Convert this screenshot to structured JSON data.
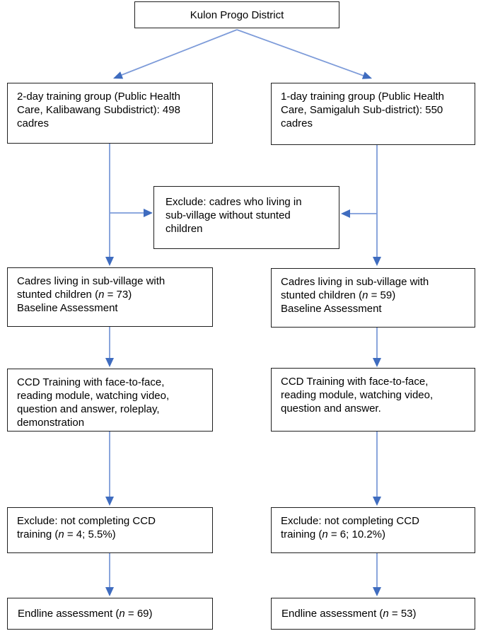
{
  "theme": {
    "background": "#ffffff",
    "box_border": "#1f1f1f",
    "arrow_shaft": "#7d9bd9",
    "arrow_head": "#3f6cbf",
    "text": "#000000"
  },
  "flowchart": {
    "district": {
      "title": "Kulon Progo District"
    },
    "exclusion": {
      "lines": [
        "Exclude: cadres who living in",
        "sub-village without stunted",
        "children"
      ]
    },
    "left_arm": {
      "group": {
        "lines": [
          "2-day training group (Public Health",
          "Care, Kalibawang Subdistrict): 498",
          "cadres"
        ]
      },
      "baseline": {
        "line1": "Cadres living in sub-village with",
        "line2_pre": "stunted children (",
        "n": "n",
        "line2_post": " = 73)",
        "line3": "Baseline Assessment"
      },
      "training": {
        "lines": [
          "CCD Training with face-to-face,",
          "reading module, watching video,",
          "question and answer, roleplay,",
          "demonstration"
        ]
      },
      "exclude": {
        "line1": "Exclude: not completing CCD",
        "line2_pre": "training (",
        "n": "n",
        "line2_post": " = 4; 5.5%)"
      },
      "endline": {
        "pre": "Endline assessment (",
        "n": "n",
        "post": " = 69)"
      }
    },
    "right_arm": {
      "group": {
        "lines": [
          "1-day training group (Public Health",
          "Care, Samigaluh Sub-district): 550",
          "cadres"
        ]
      },
      "baseline": {
        "line1": "Cadres living in sub-village with",
        "line2_pre": "stunted children (",
        "n": "n",
        "line2_post": " = 59)",
        "line3": "Baseline Assessment"
      },
      "training": {
        "lines": [
          "CCD Training with face-to-face,",
          "reading module, watching video,",
          "question and answer."
        ]
      },
      "exclude": {
        "line1": "Exclude: not completing CCD",
        "line2_pre": "training (",
        "n": "n",
        "line2_post": " = 6; 10.2%)"
      },
      "endline": {
        "pre": "Endline assessment (",
        "n": "n",
        "post": " = 53)"
      }
    }
  }
}
